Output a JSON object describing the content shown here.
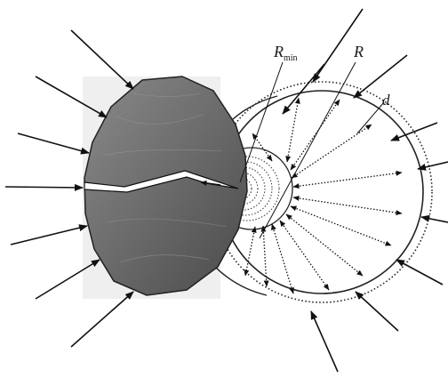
{
  "labels": {
    "r_min_symbol": "R",
    "r_min_subscript": "min",
    "r_symbol": "R",
    "d_symbol": "d"
  }
}
